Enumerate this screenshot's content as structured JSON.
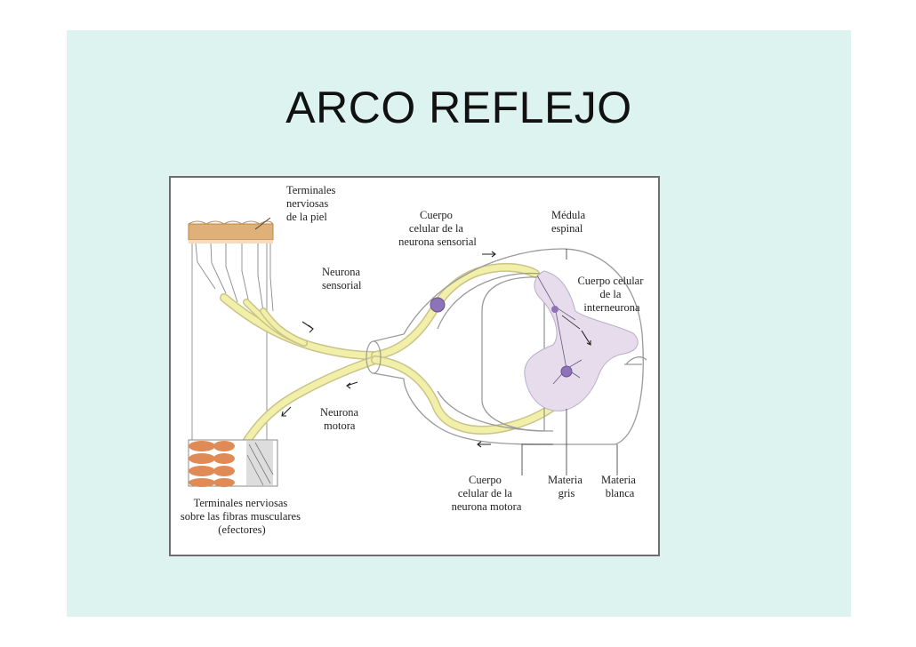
{
  "slide": {
    "title": "ARCO REFLEJO"
  },
  "diagram": {
    "labels": {
      "skin_terminals": [
        "Terminales",
        "nerviosas",
        "de la piel"
      ],
      "sensory_body": [
        "Cuerpo",
        "celular de la",
        "neurona sensorial"
      ],
      "spinal_cord": [
        "Médula",
        "espinal"
      ],
      "sensory_neuron": [
        "Neurona",
        "sensorial"
      ],
      "interneuron_body": [
        "Cuerpo celular",
        "de la",
        "interneurona"
      ],
      "motor_neuron": [
        "Neurona",
        "motora"
      ],
      "motor_body": [
        "Cuerpo",
        "celular de la",
        "neurona motora"
      ],
      "gray_matter": [
        "Materia",
        "gris"
      ],
      "white_matter": [
        "Materia",
        "blanca"
      ],
      "muscle_terminals": [
        "Terminales nerviosas",
        "sobre las fibras musculares",
        "(efectores)"
      ]
    },
    "colors": {
      "slide_background": "#dcf3f0",
      "nerve_fiber": "#f2f0a8",
      "nerve_outline": "#c9c48a",
      "gray_matter": "#e6dcec",
      "cell_body": "#8f73b8",
      "skin": "#e0b079",
      "muscle": "#e08a55"
    }
  }
}
